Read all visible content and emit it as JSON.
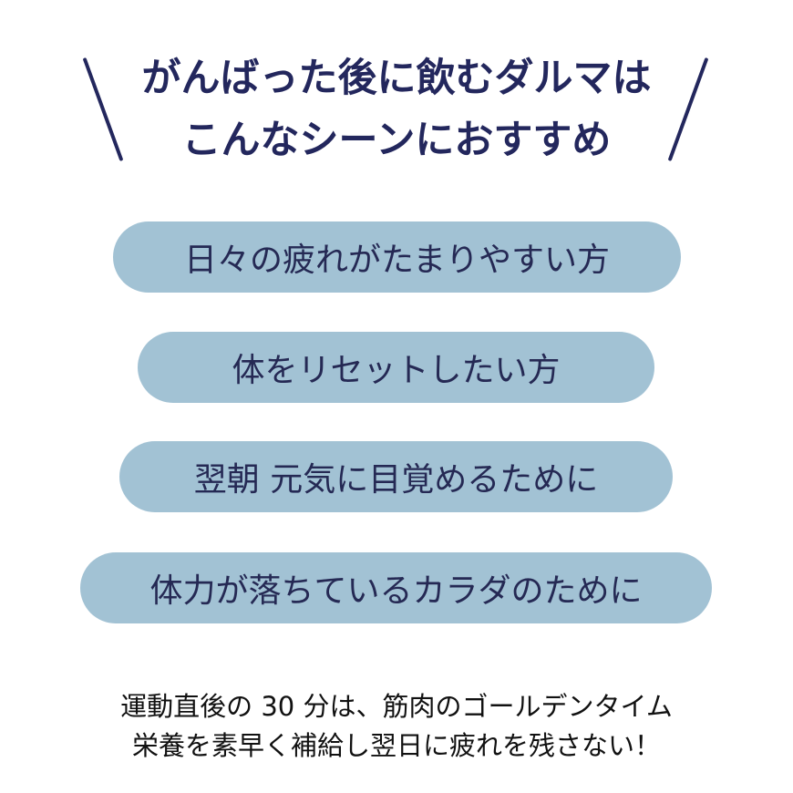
{
  "colors": {
    "navy": "#23275d",
    "pill_fill": "#a2c2d4",
    "pill_text": "#252954",
    "body_text": "#111111"
  },
  "headline": {
    "line1": "がんばった後に飲むダルマは",
    "line2": "こんなシーンにおすすめ"
  },
  "scenes": [
    "日々の疲れがたまりやすい方",
    "体をリセットしたい方",
    "翌朝 元気に目覚めるために",
    "体力が落ちているカラダのために"
  ],
  "footer": {
    "line1": "運動直後の 30 分は、筋肉のゴールデンタイム",
    "line2": "栄養を素早く補給し翌日に疲れを残さない！"
  }
}
